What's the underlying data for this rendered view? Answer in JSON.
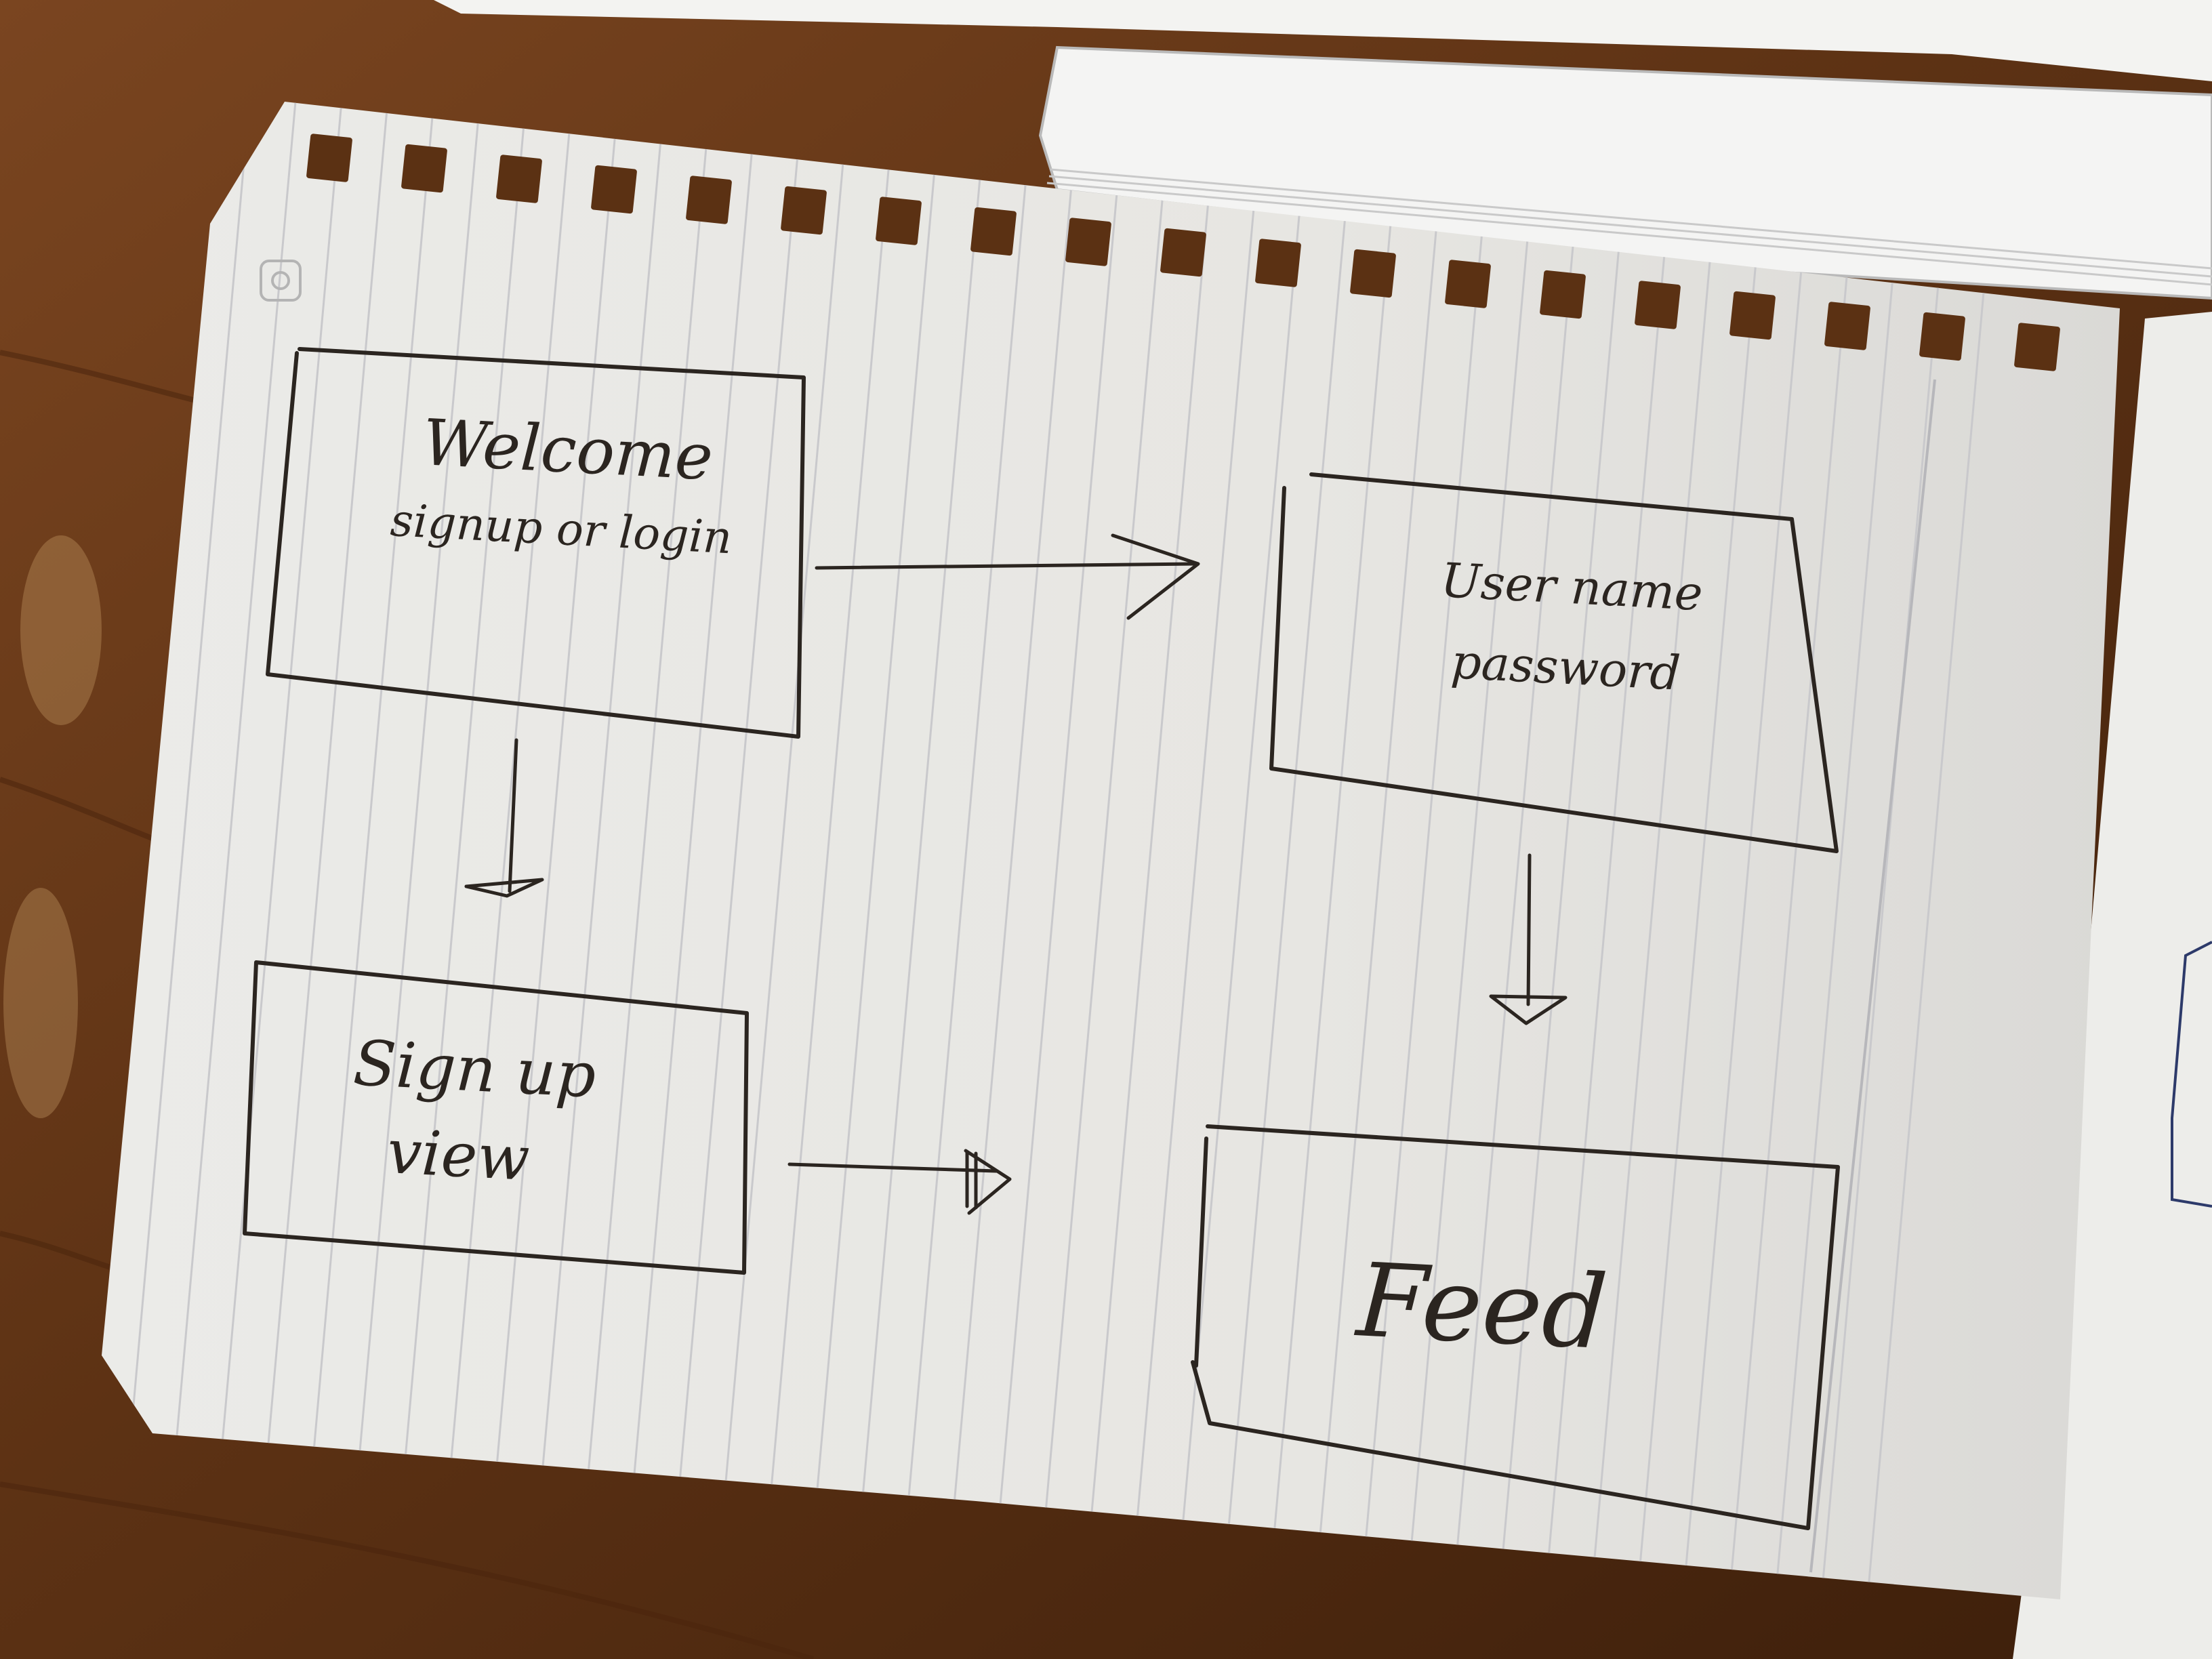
{
  "diagram": {
    "boxes": [
      {
        "id": "welcome",
        "lines": [
          "Welcome",
          "signup or login"
        ]
      },
      {
        "id": "login",
        "lines": [
          "User name",
          "password"
        ]
      },
      {
        "id": "signup",
        "lines": [
          "Sign up",
          "view"
        ]
      },
      {
        "id": "feed",
        "lines": [
          "Feed"
        ]
      }
    ],
    "arrows": [
      {
        "from": "welcome",
        "to": "login"
      },
      {
        "from": "welcome",
        "to": "signup"
      },
      {
        "from": "login",
        "to": "feed"
      },
      {
        "from": "signup",
        "to": "feed"
      }
    ]
  },
  "colors": {
    "ink": "#2b2520",
    "paper": "#ecebe7",
    "rule_lines": "#c9c9cc",
    "wood": "#6b3a18"
  }
}
